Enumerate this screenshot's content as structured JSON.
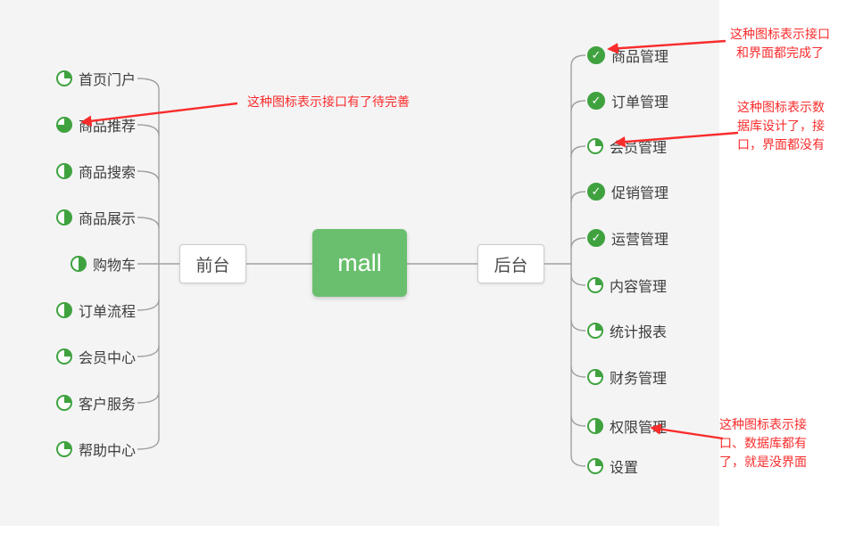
{
  "root": {
    "label": "mall"
  },
  "branches": {
    "front": {
      "label": "前台",
      "items": [
        {
          "label": "首页门户",
          "icon": "pie-25"
        },
        {
          "label": "商品推荐",
          "icon": "pie-75"
        },
        {
          "label": "商品搜索",
          "icon": "pie-50"
        },
        {
          "label": "商品展示",
          "icon": "pie-50"
        },
        {
          "label": "购物车",
          "icon": "pie-50"
        },
        {
          "label": "订单流程",
          "icon": "pie-50"
        },
        {
          "label": "会员中心",
          "icon": "pie-25"
        },
        {
          "label": "客户服务",
          "icon": "pie-25"
        },
        {
          "label": "帮助中心",
          "icon": "pie-25"
        }
      ]
    },
    "back": {
      "label": "后台",
      "items": [
        {
          "label": "商品管理",
          "icon": "check"
        },
        {
          "label": "订单管理",
          "icon": "check"
        },
        {
          "label": "会员管理",
          "icon": "pie-25"
        },
        {
          "label": "促销管理",
          "icon": "check"
        },
        {
          "label": "运营管理",
          "icon": "check"
        },
        {
          "label": "内容管理",
          "icon": "pie-25"
        },
        {
          "label": "统计报表",
          "icon": "pie-25"
        },
        {
          "label": "财务管理",
          "icon": "pie-25"
        },
        {
          "label": "权限管理",
          "icon": "pie-50"
        },
        {
          "label": "设置",
          "icon": "pie-25"
        }
      ]
    }
  },
  "annotations": [
    {
      "lines": [
        "这种图标表示接口有了待完善"
      ]
    },
    {
      "lines": [
        "这种图标表示接口",
        "和界面都完成了"
      ]
    },
    {
      "lines": [
        "这种图标表示数",
        "据库设计了，接",
        "口，界面都没有"
      ]
    },
    {
      "lines": [
        "这种图标表示接",
        "口、数据库都有",
        "了，就是没界面"
      ]
    }
  ],
  "icons": {
    "check-icon": "✓ (solid green circle)",
    "pie-progress-icon": "green pie wedge showing completion amount"
  },
  "colors": {
    "node_green": "#6abf6e",
    "icon_green": "#3fa23f",
    "annotation_red": "#f92c2c",
    "line_gray": "#a0a0a0",
    "canvas_bg": "#f4f4f5"
  }
}
